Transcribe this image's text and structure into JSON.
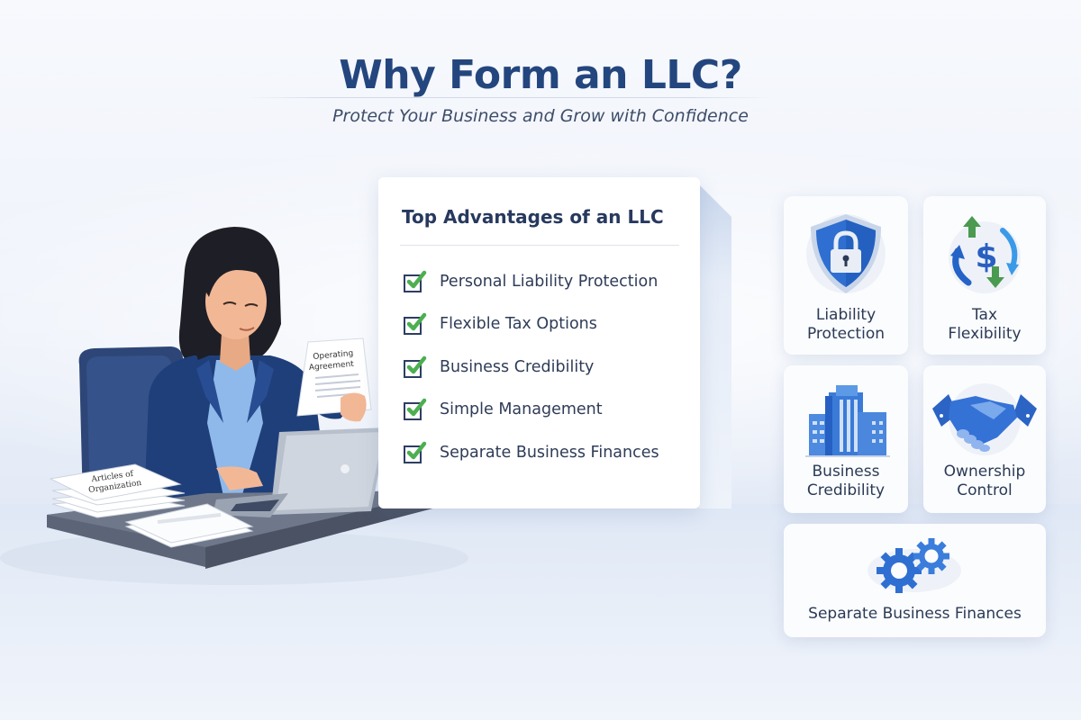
{
  "header": {
    "title": "Why Form an LLC?",
    "subtitle": "Protect Your Business and Grow with Confidence"
  },
  "advantages_card": {
    "title": "Top Advantages of an LLC",
    "items": [
      {
        "label": "Personal Liability Protection",
        "checked": true
      },
      {
        "label": "Flexible Tax Options",
        "checked": true
      },
      {
        "label": "Business Credibility",
        "checked": true
      },
      {
        "label": "Simple Management",
        "checked": true
      },
      {
        "label": "Separate Business Finances",
        "checked": true
      }
    ]
  },
  "illustration": {
    "held_document": [
      "Operating",
      "Agreement"
    ],
    "desk_document": [
      "Articles of",
      "Organization"
    ]
  },
  "feature_tiles": [
    {
      "label_lines": [
        "Liability",
        "Protection"
      ],
      "icon": "shield-lock-icon"
    },
    {
      "label_lines": [
        "Tax",
        "Flexibility"
      ],
      "icon": "dollar-exchange-icon"
    },
    {
      "label_lines": [
        "Business",
        "Credibility"
      ],
      "icon": "office-buildings-icon"
    },
    {
      "label_lines": [
        "Ownership",
        "Control"
      ],
      "icon": "handshake-icon"
    },
    {
      "label_lines": [
        "Separate Business Finances"
      ],
      "icon": "gears-icon"
    }
  ],
  "colors": {
    "title": "#24467e",
    "brand_blue": "#2f6fd1",
    "check_green": "#4caf50",
    "text_dark": "#2b3a55",
    "suit_navy": "#1f3f7a"
  }
}
